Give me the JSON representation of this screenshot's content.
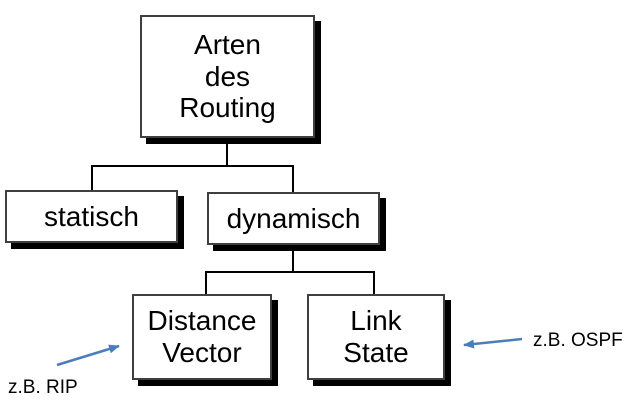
{
  "diagram": {
    "nodes": {
      "root": {
        "label": "Arten\ndes\nRouting"
      },
      "statisch": {
        "label": "statisch"
      },
      "dynamisch": {
        "label": "dynamisch"
      },
      "distance_vector": {
        "label": "Distance\nVector"
      },
      "link_state": {
        "label": "Link\nState"
      }
    },
    "annotations": {
      "rip": {
        "label": "z.B. RIP"
      },
      "ospf": {
        "label": "z.B. OSPF"
      }
    },
    "colors": {
      "arrow": "#4a7ebb",
      "connector": "#000000",
      "box_border": "#3f3f3f",
      "box_shadow": "#000000",
      "box_fill": "#ffffff"
    }
  }
}
